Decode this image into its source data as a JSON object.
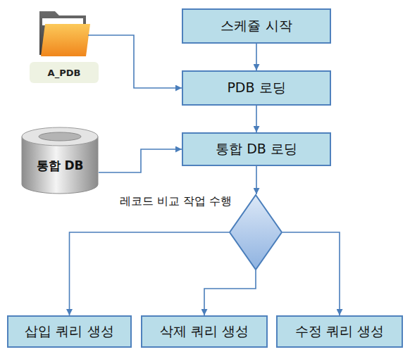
{
  "diagram": {
    "nodes": [
      {
        "text": [
          "스케쥴 시작"
        ]
      },
      {
        "text": [
          "A_PDB"
        ]
      },
      {
        "text": [
          "PDB 로딩"
        ]
      },
      {
        "text": [
          "통합 DB"
        ]
      },
      {
        "text": [
          "통합 DB 로딩"
        ]
      },
      {
        "text": [
          "레코드 비교 작업 수행"
        ]
      },
      {
        "text": [
          "삽입 쿼리 생성"
        ]
      },
      {
        "text": [
          "삭제 쿼리 생성"
        ]
      },
      {
        "text": [
          "수정 쿼리 생성"
        ]
      }
    ],
    "edges": [
      {
        "from": 0,
        "to": 2,
        "arrow": "to"
      },
      {
        "from": 1,
        "to": 2,
        "arrow": "to"
      },
      {
        "from": 2,
        "to": 4,
        "arrow": "to"
      },
      {
        "from": 3,
        "to": 4,
        "arrow": "to"
      },
      {
        "from": 4,
        "to": 5,
        "arrow": "to"
      },
      {
        "from": 5,
        "to": 6,
        "arrow": "to"
      },
      {
        "from": 5,
        "to": 7,
        "arrow": "to"
      },
      {
        "from": 5,
        "to": 8,
        "arrow": "to"
      }
    ]
  }
}
